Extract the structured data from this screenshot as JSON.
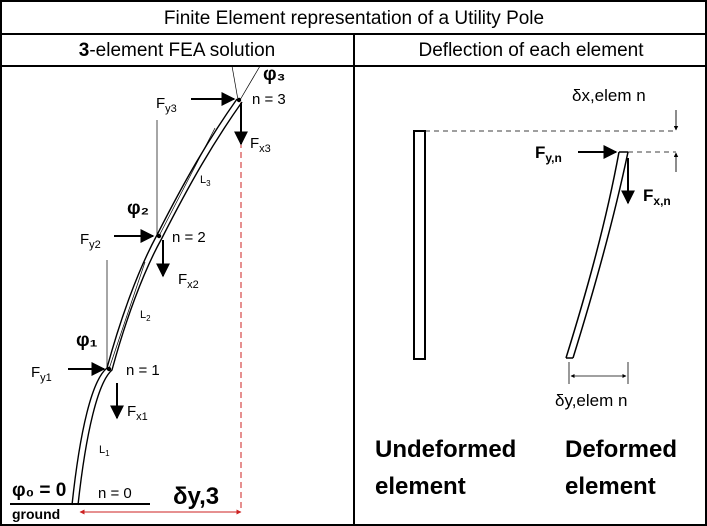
{
  "title": "Finite Element representation of a Utility Pole",
  "left_panel": {
    "header_bold": "3",
    "header_rest": "-element FEA solution",
    "phi3": "φ₃",
    "phi2": "φ₂",
    "phi1": "φ₁",
    "phi0": "φ₀ = 0",
    "fy3": "F",
    "fy3_sub": "y3",
    "fx3": "F",
    "fx3_sub": "x3",
    "fy2": "F",
    "fy2_sub": "y2",
    "fx2": "F",
    "fx2_sub": "x2",
    "fy1": "F",
    "fy1_sub": "y1",
    "fx1": "F",
    "fx1_sub": "x1",
    "n3": "n = 3",
    "n2": "n = 2",
    "n1": "n = 1",
    "n0": "n = 0",
    "l3": "L",
    "l3_sub": "3",
    "l2": "L",
    "l2_sub": "2",
    "l1": "L",
    "l1_sub": "1",
    "ground": "ground",
    "delta_y3": "δy,3"
  },
  "right_panel": {
    "header": "Deflection of each element",
    "dx_label": "δx,elem n",
    "fyn": "F",
    "fyn_sub": "y,n",
    "fxn": "F",
    "fxn_sub": "x,n",
    "dy_label": "δy,elem n",
    "undeformed_1": "Undeformed",
    "undeformed_2": "element",
    "deformed_1": "Deformed",
    "deformed_2": "element"
  },
  "colors": {
    "deflection_line": "#cc2222",
    "ink": "#000000"
  }
}
